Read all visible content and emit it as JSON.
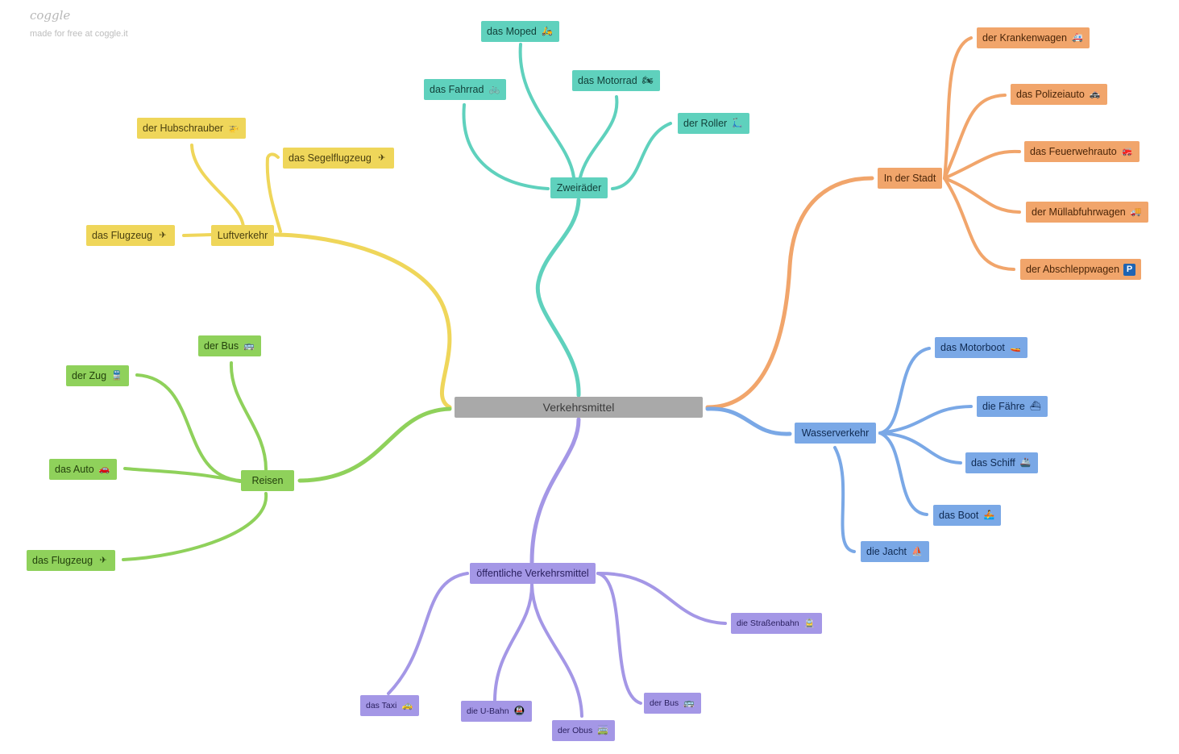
{
  "brand": {
    "logo": "coggle",
    "tagline": "made for free at coggle.it"
  },
  "colors": {
    "yellow": "#efd65a",
    "teal": "#5fd1bd",
    "orange": "#f1a56b",
    "blue": "#7aa8e6",
    "green": "#8fd15b",
    "purple": "#a497e6",
    "root": "#a9a9a9"
  },
  "root": {
    "label": "Verkehrsmittel"
  },
  "branches": {
    "luftverkehr": {
      "label": "Luftverkehr",
      "children": [
        {
          "label": "der Hubschrauber",
          "icon": "helicopter-icon",
          "glyph": "🚁"
        },
        {
          "label": "das Segelflugzeug",
          "icon": "glider-icon",
          "glyph": "✈"
        },
        {
          "label": "das Flugzeug",
          "icon": "airplane-icon",
          "glyph": "✈"
        }
      ]
    },
    "zweiraeder": {
      "label": "Zweiräder",
      "children": [
        {
          "label": "das Moped",
          "icon": "moped-icon",
          "glyph": "🛵"
        },
        {
          "label": "das Fahrrad",
          "icon": "bicycle-icon",
          "glyph": "🚲"
        },
        {
          "label": "das Motorrad",
          "icon": "motorcycle-icon",
          "glyph": "🏍"
        },
        {
          "label": "der Roller",
          "icon": "scooter-icon",
          "glyph": "🛴"
        }
      ]
    },
    "stadt": {
      "label": "In der Stadt",
      "children": [
        {
          "label": "der Krankenwagen",
          "icon": "ambulance-icon",
          "glyph": "🚑"
        },
        {
          "label": "das Polizeiauto",
          "icon": "police-car-icon",
          "glyph": "🚓"
        },
        {
          "label": "das Feuerwehrauto",
          "icon": "fire-engine-icon",
          "glyph": "🚒"
        },
        {
          "label": "der Müllabfuhrwagen",
          "icon": "garbage-truck-icon",
          "glyph": "🚚"
        },
        {
          "label": "der Abschleppwagen",
          "icon": "parking-icon",
          "glyph": "P"
        }
      ]
    },
    "wasser": {
      "label": "Wasserverkehr",
      "children": [
        {
          "label": "das Motorboot",
          "icon": "speedboat-icon",
          "glyph": "🚤"
        },
        {
          "label": "die Fähre",
          "icon": "ferry-icon",
          "glyph": "⛴"
        },
        {
          "label": "das Schiff",
          "icon": "ship-icon",
          "glyph": "🚢"
        },
        {
          "label": "das Boot",
          "icon": "rowboat-icon",
          "glyph": "🚣"
        },
        {
          "label": "die Jacht",
          "icon": "sailboat-icon",
          "glyph": "⛵"
        }
      ]
    },
    "reisen": {
      "label": "Reisen",
      "children": [
        {
          "label": "der Bus",
          "icon": "bus-icon",
          "glyph": "🚌"
        },
        {
          "label": "der Zug",
          "icon": "train-icon",
          "glyph": "🚆"
        },
        {
          "label": "das Auto",
          "icon": "car-icon",
          "glyph": "🚗"
        },
        {
          "label": "das Flugzeug",
          "icon": "airplane-icon",
          "glyph": "✈"
        }
      ]
    },
    "oeffentlich": {
      "label": "öffentliche Verkehrsmittel",
      "children": [
        {
          "label": "die Straßenbahn",
          "icon": "tram-icon",
          "glyph": "🚊"
        },
        {
          "label": "das Taxi",
          "icon": "taxi-icon",
          "glyph": "🚕"
        },
        {
          "label": "die U-Bahn",
          "icon": "metro-icon",
          "glyph": "🚇"
        },
        {
          "label": "der Obus",
          "icon": "trolleybus-icon",
          "glyph": "🚎"
        },
        {
          "label": "der Bus",
          "icon": "bus-icon",
          "glyph": "🚌"
        }
      ]
    }
  }
}
